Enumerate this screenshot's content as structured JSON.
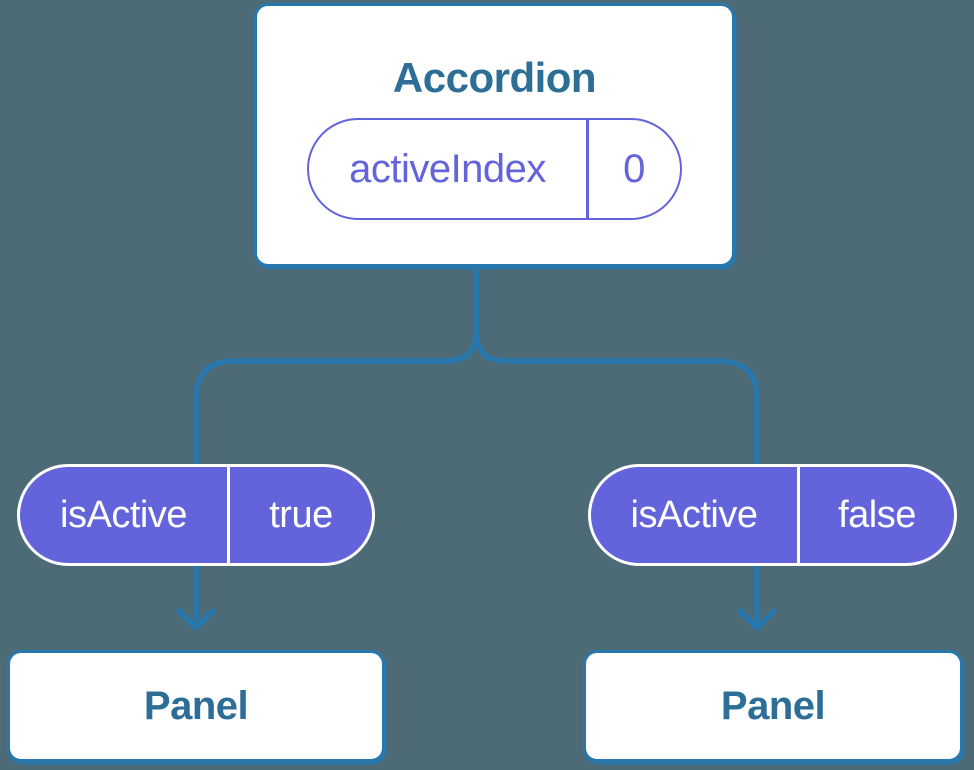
{
  "colors": {
    "background": "#4D6A77",
    "connector": "#2878AD",
    "node_text": "#2D6E96",
    "purple": "#6363DB",
    "pill_text_on_purple": "#FFFFFF",
    "node_background": "#FFFFFF"
  },
  "diagram": {
    "root": {
      "title": "Accordion",
      "state_pill": {
        "name": "activeIndex",
        "value": "0"
      }
    },
    "prop_pills": [
      {
        "name": "isActive",
        "value": "true"
      },
      {
        "name": "isActive",
        "value": "false"
      }
    ],
    "children": [
      {
        "title": "Panel"
      },
      {
        "title": "Panel"
      }
    ]
  }
}
